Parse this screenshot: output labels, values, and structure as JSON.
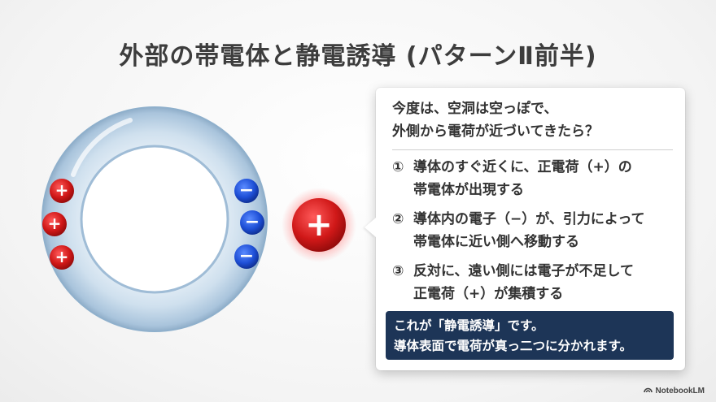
{
  "title": "外部の帯電体と静電誘導 (パターンⅡ前半)",
  "diagram": {
    "conductor_positive_charges": [
      "+",
      "+",
      "+"
    ],
    "conductor_negative_charges": [
      "−",
      "−",
      "−"
    ],
    "external_charge": "+"
  },
  "callout": {
    "intro_line1": "今度は、空洞は空っぽで、",
    "intro_line2": "外側から電荷が近づいてきたら？",
    "steps": [
      {
        "num": "①",
        "line1": "導体のすぐ近くに、正電荷（+）の",
        "line2": "帯電体が出現する"
      },
      {
        "num": "②",
        "line1": "導体内の電子（−）が、引力によって",
        "line2": "帯電体に近い側へ移動する"
      },
      {
        "num": "③",
        "line1": "反対に、遠い側には電子が不足して",
        "line2": "正電荷（+）が集積する"
      }
    ],
    "summary_line1": "これが「静電誘導」です。",
    "summary_line2": "導体表面で電荷が真っ二つに分かれます。"
  },
  "brand": "NotebookLM",
  "colors": {
    "positive": "#d32020",
    "negative": "#1f4fd1",
    "summary_bg": "#1d3557"
  }
}
